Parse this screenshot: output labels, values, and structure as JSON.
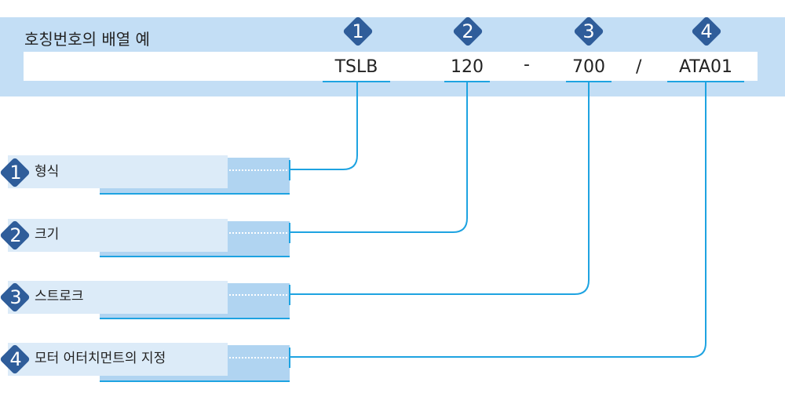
{
  "header": {
    "title": "호칭번호의 배열 예"
  },
  "designation": {
    "parts": [
      {
        "number": "1",
        "value": "TSLB"
      },
      {
        "number": "2",
        "value": "120"
      },
      {
        "number": "3",
        "value": "700"
      },
      {
        "number": "4",
        "value": "ATA01"
      }
    ],
    "separators": [
      "-",
      "/"
    ]
  },
  "legend": [
    {
      "number": "1",
      "label": "형식"
    },
    {
      "number": "2",
      "label": "크기"
    },
    {
      "number": "3",
      "label": "스트로크"
    },
    {
      "number": "4",
      "label": "모터 어터치먼트의 지정"
    }
  ],
  "colors": {
    "band": "#c3def5",
    "badge": "#2f5d9a",
    "accent": "#1ea3e1",
    "box_front": "#dcebf8",
    "box_back": "#b0d4f1"
  }
}
